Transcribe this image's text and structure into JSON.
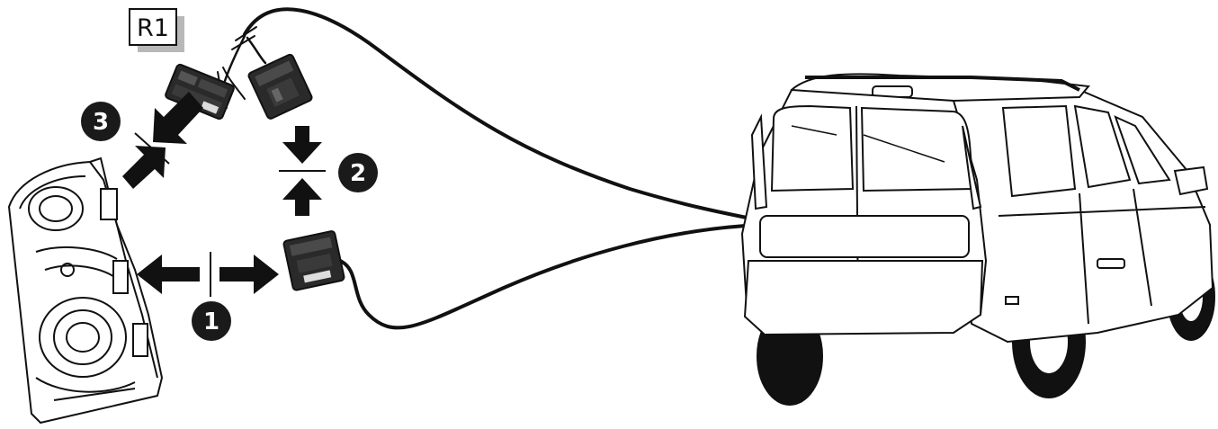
{
  "reference_label": "R1",
  "steps": [
    {
      "number": "1",
      "action": "separate"
    },
    {
      "number": "2",
      "action": "connect"
    },
    {
      "number": "3",
      "action": "connect"
    }
  ],
  "colors": {
    "ink": "#111111",
    "connector": "#2a2a2a",
    "badge": "#1a1a1a",
    "label_shadow": "#b8b8b8"
  },
  "icons": [
    "tail-lamp",
    "connector",
    "harness-cable",
    "vehicle-rear",
    "double-arrow",
    "numbered-badge"
  ]
}
